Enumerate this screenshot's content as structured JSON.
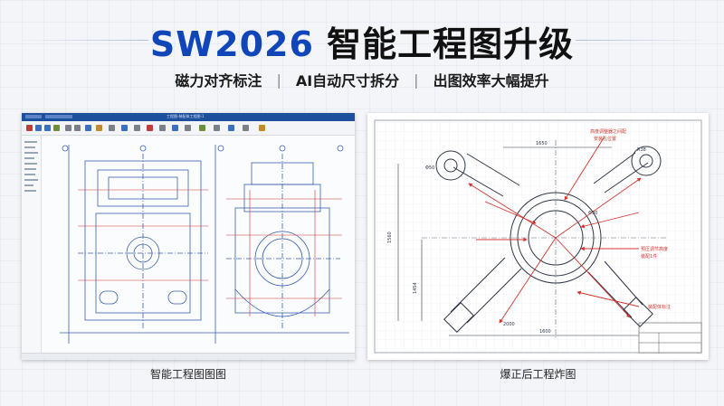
{
  "header": {
    "title_brand": "SW2026",
    "title_rest": "智能工程图升级",
    "features": [
      "磁力对齐标注",
      "AI自动尺寸拆分",
      "出图效率大幅提升"
    ],
    "separator": "|"
  },
  "left_panel": {
    "caption": "智能工程图图图",
    "window_title": "工程图-装配体工程图-1"
  },
  "right_panel": {
    "caption": "爆正后工程炸图",
    "dimensions": [
      "1650",
      "1560",
      "1454",
      "1600",
      "2000",
      "Φ50",
      "R38",
      "Φ30"
    ],
    "annotations": [
      "高度调整器之间配",
      "安装孔位置",
      "预压调节高度",
      "装配1件",
      "装配体标注"
    ]
  },
  "colors": {
    "brand_blue": "#1046b8",
    "cad_blue": "#3a5fb0",
    "cad_red": "#d0342c",
    "ink": "#222222"
  }
}
